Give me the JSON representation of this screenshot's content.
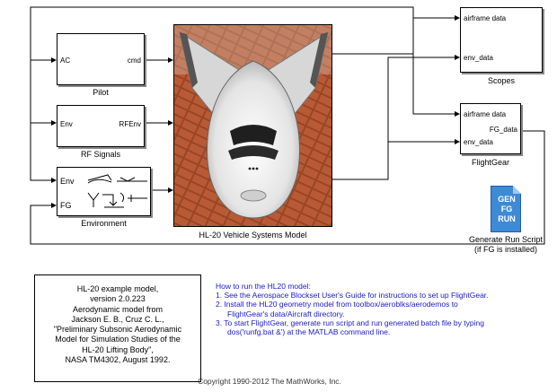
{
  "blocks": {
    "pilot": {
      "name": "Pilot",
      "in_port": "AC",
      "out_port": "cmd"
    },
    "rf_signals": {
      "name": "RF Signals",
      "in_port": "Env",
      "out_port": "RFEnv"
    },
    "environment": {
      "name": "Environment",
      "in_ports": [
        "Env",
        "FG"
      ]
    },
    "vehicle": {
      "name": "HL-20 Vehicle Systems Model"
    },
    "scopes": {
      "name": "Scopes",
      "in_ports": [
        "airframe data",
        "env_data"
      ]
    },
    "flightgear": {
      "name": "FlightGear",
      "in_ports": [
        "airframe data",
        "env_data"
      ],
      "out_port": "FG_data"
    },
    "run_script": {
      "icon_text": [
        "GEN",
        "FG",
        "RUN"
      ],
      "caption_line1": "Generate Run Script",
      "caption_line2": "(if FG is installed)"
    }
  },
  "note": {
    "lines": [
      "HL-20 example model,",
      "version 2.0.223",
      "Aerodynamic model from",
      "Jackson E. B., Cruz C. L.,",
      "\"Preliminary Subsonic Aerodynamic",
      "Model for Simulation Studies of the",
      "HL-20 Lifting Body\",",
      "NASA TM4302, August 1992."
    ]
  },
  "howto": {
    "heading": "How to run the HL20 model:",
    "step1": "1. See the Aerospace Blockset User's Guide for instructions to set up FlightGear.",
    "step2a": "2. Install the HL20 geometry model from toolbox/aeroblks/aerodemos to",
    "step2b": "FlightGear's data/Aircraft directory.",
    "step3a": "3. To start FlightGear, generate run script and run generated batch file by typing",
    "step3b": "dos('runfg.bat &') at the MATLAB command line."
  },
  "copyright": "Copyright 1990-2012 The MathWorks, Inc.",
  "colors": {
    "link": "#1a1acc",
    "script_icon": "#3d8ad6"
  }
}
